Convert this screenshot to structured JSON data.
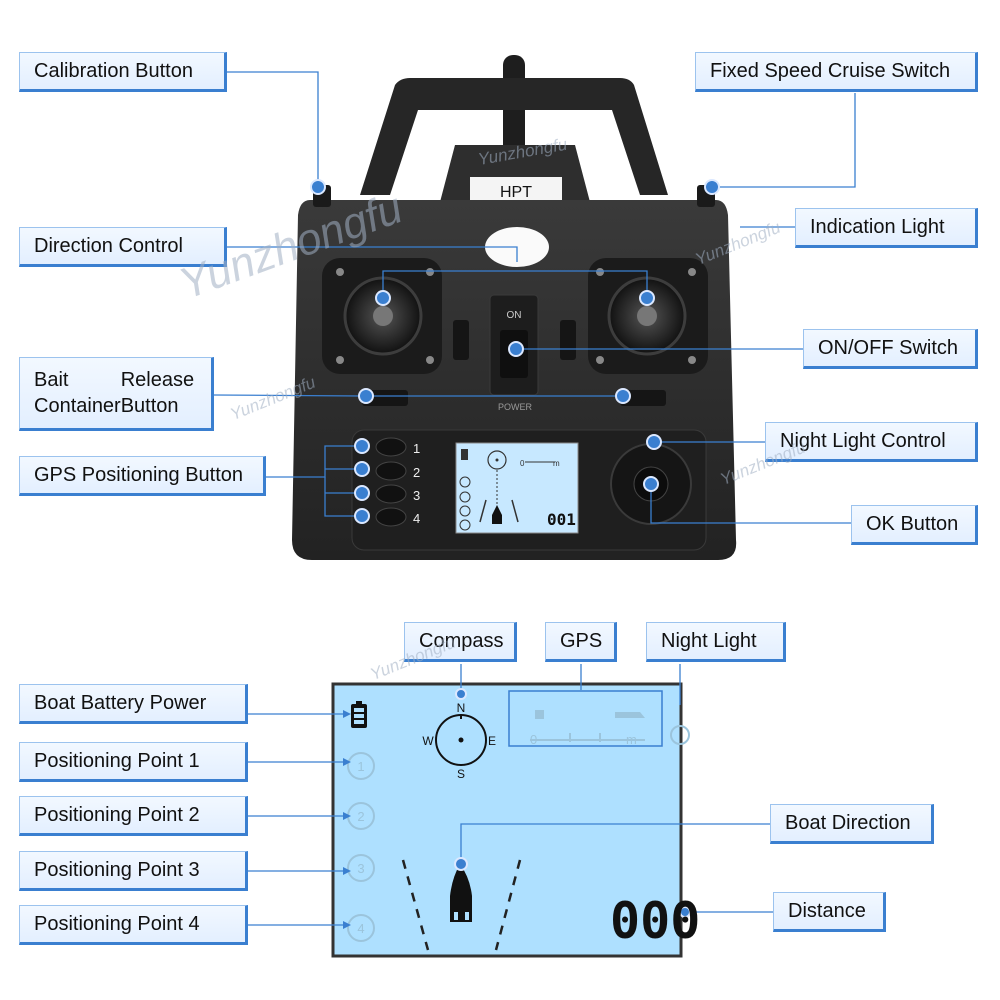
{
  "remote": {
    "brand_label": "HPT",
    "on_label": "ON",
    "power_label": "POWER",
    "gps_numbers": [
      "1",
      "2",
      "3",
      "4"
    ],
    "mini_lcd_distance": "001",
    "mini_lcd_scale": "0",
    "mini_lcd_unit": "m"
  },
  "labels": {
    "calibration": "Calibration Button",
    "fixed_speed": "Fixed Speed Cruise Switch",
    "indication": "Indication Light",
    "direction": "Direction Control",
    "on_off": "ON/OFF Switch",
    "bait_line1": "Bait Container",
    "bait_line2": "Release Button",
    "night_light_control": "Night Light Control",
    "gps_button": "GPS Positioning Button",
    "ok_button": "OK Button",
    "compass": "Compass",
    "gps": "GPS",
    "night_light": "Night Light",
    "battery": "Boat Battery Power",
    "pos1": "Positioning Point 1",
    "pos2": "Positioning Point 2",
    "pos3": "Positioning Point 3",
    "pos4": "Positioning Point 4",
    "boat_direction": "Boat Direction",
    "distance": "Distance"
  },
  "lcd": {
    "north": "N",
    "south": "S",
    "east": "E",
    "west": "W",
    "gps_scale_zero": "0",
    "gps_scale_unit": "m",
    "distance_digits": "000",
    "circle_numbers": [
      "1",
      "2",
      "3",
      "4"
    ]
  },
  "watermark": "Yunzhongfu",
  "colors": {
    "accent": "#3a7fd0",
    "lcd_bg": "#aee0ff",
    "remote_body": "#2b2b2b"
  }
}
